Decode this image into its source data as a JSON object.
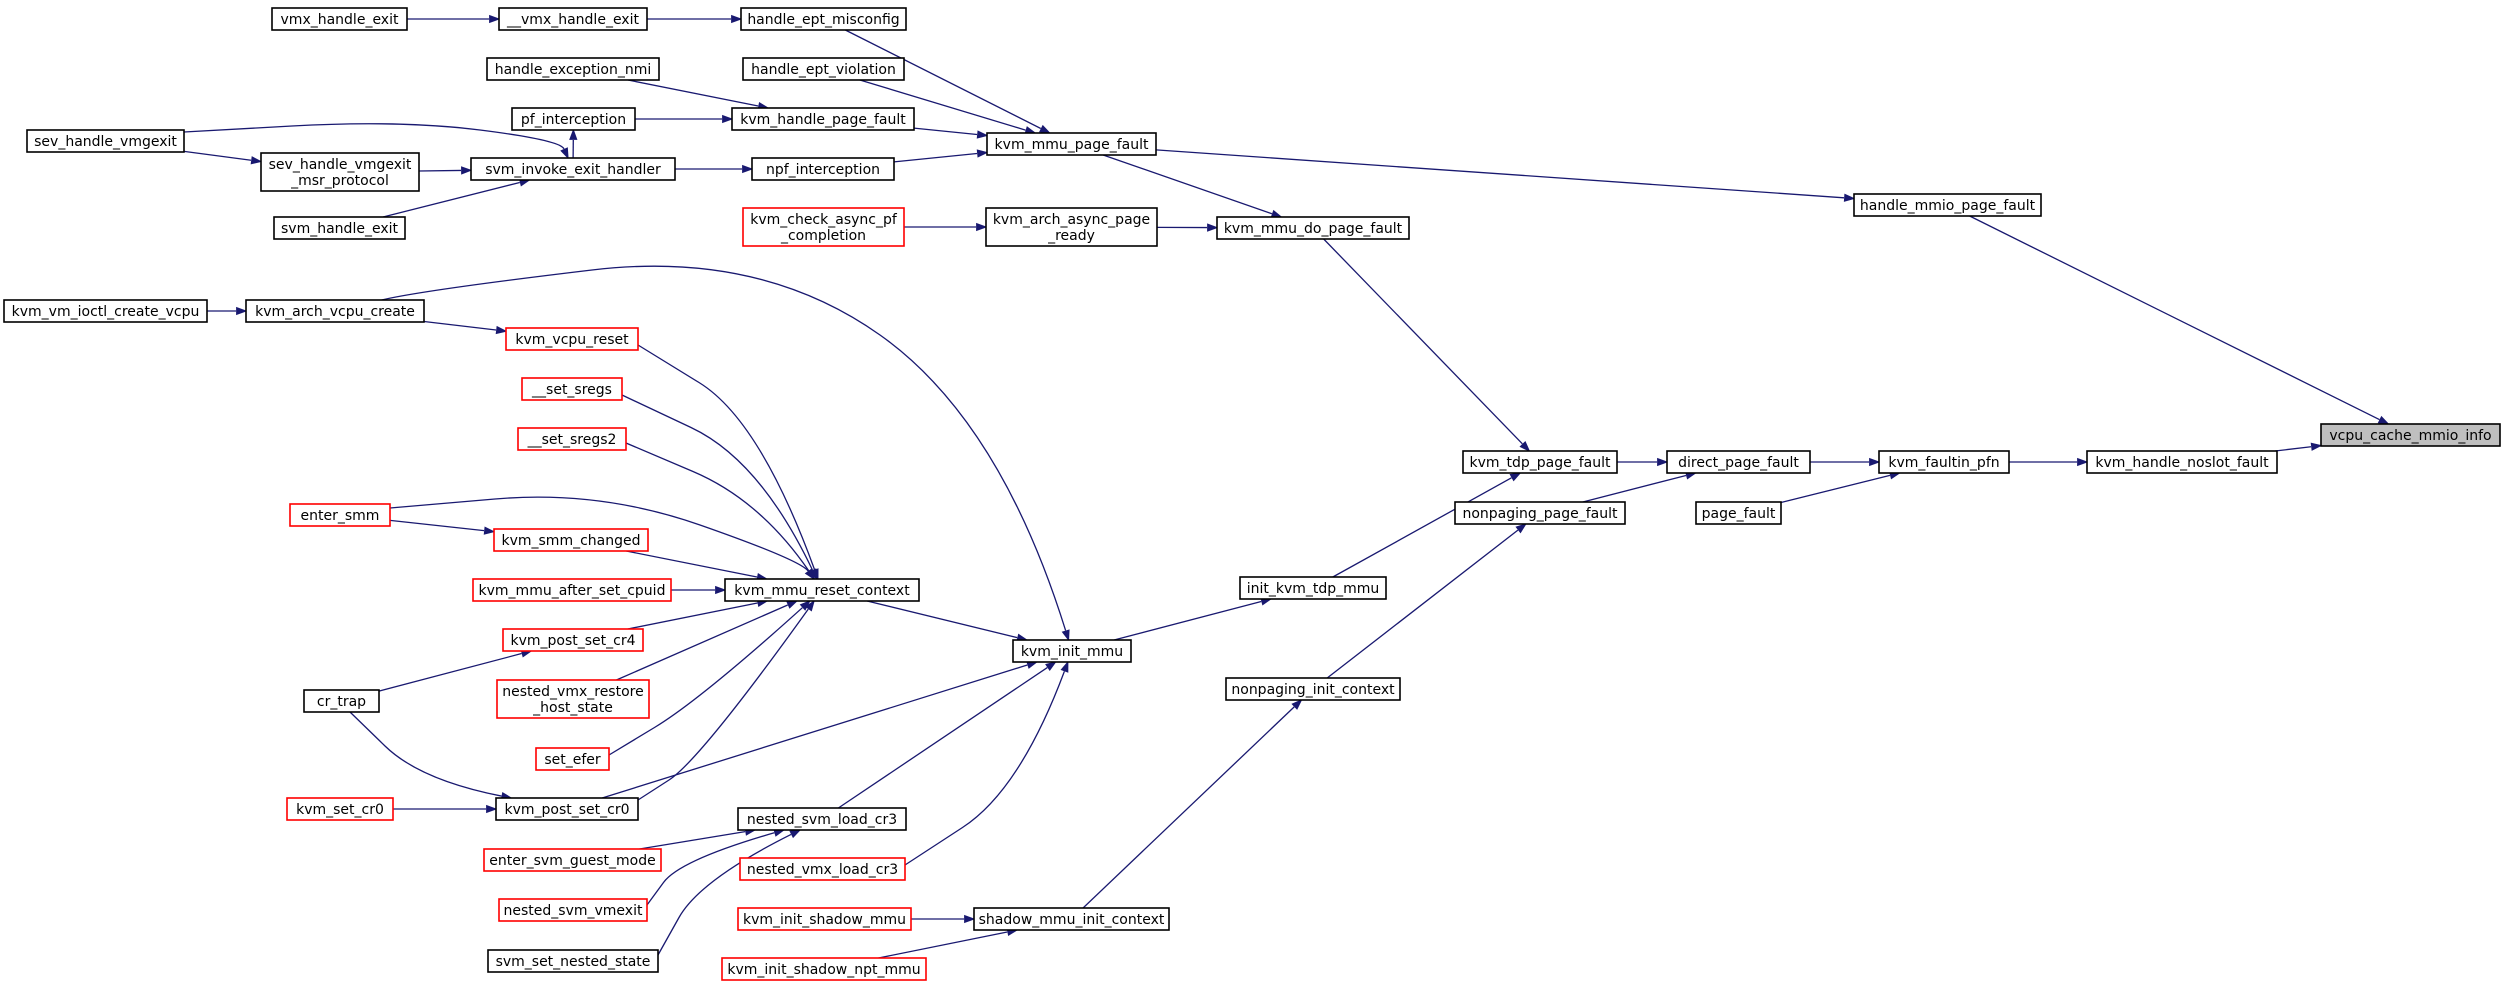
{
  "colors": {
    "edge": "#191970",
    "node_border": "#000000",
    "truncated_border": "#ff0000",
    "focus_fill": "#bfbfbf"
  },
  "nodes": [
    {
      "id": "vcpu_cache_mmio_info",
      "lines": [
        "vcpu_cache_mmio_info"
      ],
      "style": "focus"
    },
    {
      "id": "kvm_handle_noslot_fault",
      "lines": [
        "kvm_handle_noslot_fault"
      ],
      "style": "normal"
    },
    {
      "id": "kvm_faultin_pfn",
      "lines": [
        "kvm_faultin_pfn"
      ],
      "style": "normal"
    },
    {
      "id": "direct_page_fault",
      "lines": [
        "direct_page_fault"
      ],
      "style": "normal"
    },
    {
      "id": "page_fault",
      "lines": [
        "page_fault"
      ],
      "style": "normal"
    },
    {
      "id": "kvm_tdp_page_fault",
      "lines": [
        "kvm_tdp_page_fault"
      ],
      "style": "normal"
    },
    {
      "id": "nonpaging_page_fault",
      "lines": [
        "nonpaging_page_fault"
      ],
      "style": "normal"
    },
    {
      "id": "handle_mmio_page_fault",
      "lines": [
        "handle_mmio_page_fault"
      ],
      "style": "normal"
    },
    {
      "id": "kvm_mmu_do_page_fault",
      "lines": [
        "kvm_mmu_do_page_fault"
      ],
      "style": "normal"
    },
    {
      "id": "init_kvm_tdp_mmu",
      "lines": [
        "init_kvm_tdp_mmu"
      ],
      "style": "normal"
    },
    {
      "id": "nonpaging_init_context",
      "lines": [
        "nonpaging_init_context"
      ],
      "style": "normal"
    },
    {
      "id": "shadow_mmu_init_context",
      "lines": [
        "shadow_mmu_init_context"
      ],
      "style": "normal"
    },
    {
      "id": "kvm_mmu_page_fault",
      "lines": [
        "kvm_mmu_page_fault"
      ],
      "style": "normal"
    },
    {
      "id": "kvm_arch_async_page_ready",
      "lines": [
        "kvm_arch_async_page",
        "_ready"
      ],
      "style": "normal"
    },
    {
      "id": "kvm_init_mmu",
      "lines": [
        "kvm_init_mmu"
      ],
      "style": "normal"
    },
    {
      "id": "kvm_init_shadow_mmu",
      "lines": [
        "kvm_init_shadow_mmu"
      ],
      "style": "truncated"
    },
    {
      "id": "kvm_init_shadow_npt_mmu",
      "lines": [
        "kvm_init_shadow_npt_mmu"
      ],
      "style": "truncated"
    },
    {
      "id": "handle_ept_misconfig",
      "lines": [
        "handle_ept_misconfig"
      ],
      "style": "normal"
    },
    {
      "id": "handle_ept_violation",
      "lines": [
        "handle_ept_violation"
      ],
      "style": "normal"
    },
    {
      "id": "kvm_handle_page_fault",
      "lines": [
        "kvm_handle_page_fault"
      ],
      "style": "normal"
    },
    {
      "id": "npf_interception",
      "lines": [
        "npf_interception"
      ],
      "style": "normal"
    },
    {
      "id": "kvm_check_async_pf_completion",
      "lines": [
        "kvm_check_async_pf",
        "_completion"
      ],
      "style": "truncated"
    },
    {
      "id": "kvm_arch_vcpu_create",
      "lines": [
        "kvm_arch_vcpu_create"
      ],
      "style": "normal"
    },
    {
      "id": "kvm_mmu_reset_context",
      "lines": [
        "kvm_mmu_reset_context"
      ],
      "style": "normal"
    },
    {
      "id": "kvm_post_set_cr0",
      "lines": [
        "kvm_post_set_cr0"
      ],
      "style": "normal"
    },
    {
      "id": "nested_svm_load_cr3",
      "lines": [
        "nested_svm_load_cr3"
      ],
      "style": "normal"
    },
    {
      "id": "nested_vmx_load_cr3",
      "lines": [
        "nested_vmx_load_cr3"
      ],
      "style": "truncated"
    },
    {
      "id": "vmx_handle_exit_2",
      "lines": [
        "__vmx_handle_exit"
      ],
      "style": "normal"
    },
    {
      "id": "handle_exception_nmi",
      "lines": [
        "handle_exception_nmi"
      ],
      "style": "normal"
    },
    {
      "id": "pf_interception",
      "lines": [
        "pf_interception"
      ],
      "style": "normal"
    },
    {
      "id": "svm_invoke_exit_handler",
      "lines": [
        "svm_invoke_exit_handler"
      ],
      "style": "normal"
    },
    {
      "id": "kvm_vm_ioctl_create_vcpu",
      "lines": [
        "kvm_vm_ioctl_create_vcpu"
      ],
      "style": "normal"
    },
    {
      "id": "kvm_vcpu_reset",
      "lines": [
        "kvm_vcpu_reset"
      ],
      "style": "truncated"
    },
    {
      "id": "set_sregs",
      "lines": [
        "__set_sregs"
      ],
      "style": "truncated"
    },
    {
      "id": "set_sregs2",
      "lines": [
        "__set_sregs2"
      ],
      "style": "truncated"
    },
    {
      "id": "enter_smm",
      "lines": [
        "enter_smm"
      ],
      "style": "truncated"
    },
    {
      "id": "kvm_smm_changed",
      "lines": [
        "kvm_smm_changed"
      ],
      "style": "truncated"
    },
    {
      "id": "kvm_mmu_after_set_cpuid",
      "lines": [
        "kvm_mmu_after_set_cpuid"
      ],
      "style": "truncated"
    },
    {
      "id": "kvm_post_set_cr4",
      "lines": [
        "kvm_post_set_cr4"
      ],
      "style": "truncated"
    },
    {
      "id": "nested_vmx_restore_host_state",
      "lines": [
        "nested_vmx_restore",
        "_host_state"
      ],
      "style": "truncated"
    },
    {
      "id": "set_efer",
      "lines": [
        "set_efer"
      ],
      "style": "truncated"
    },
    {
      "id": "cr_trap",
      "lines": [
        "cr_trap"
      ],
      "style": "normal"
    },
    {
      "id": "kvm_set_cr0",
      "lines": [
        "kvm_set_cr0"
      ],
      "style": "truncated"
    },
    {
      "id": "enter_svm_guest_mode",
      "lines": [
        "enter_svm_guest_mode"
      ],
      "style": "truncated"
    },
    {
      "id": "nested_svm_vmexit",
      "lines": [
        "nested_svm_vmexit"
      ],
      "style": "truncated"
    },
    {
      "id": "svm_set_nested_state",
      "lines": [
        "svm_set_nested_state"
      ],
      "style": "normal"
    },
    {
      "id": "vmx_handle_exit",
      "lines": [
        "vmx_handle_exit"
      ],
      "style": "normal"
    },
    {
      "id": "sev_handle_vmgexit_msr_protocol",
      "lines": [
        "sev_handle_vmgexit",
        "_msr_protocol"
      ],
      "style": "normal"
    },
    {
      "id": "svm_handle_exit",
      "lines": [
        "svm_handle_exit"
      ],
      "style": "normal"
    },
    {
      "id": "sev_handle_vmgexit",
      "lines": [
        "sev_handle_vmgexit"
      ],
      "style": "normal"
    }
  ],
  "edges": [
    {
      "from": "kvm_handle_noslot_fault",
      "to": "vcpu_cache_mmio_info"
    },
    {
      "from": "handle_mmio_page_fault",
      "to": "vcpu_cache_mmio_info"
    },
    {
      "from": "kvm_faultin_pfn",
      "to": "kvm_handle_noslot_fault"
    },
    {
      "from": "direct_page_fault",
      "to": "kvm_faultin_pfn"
    },
    {
      "from": "page_fault",
      "to": "kvm_faultin_pfn"
    },
    {
      "from": "kvm_tdp_page_fault",
      "to": "direct_page_fault"
    },
    {
      "from": "nonpaging_page_fault",
      "to": "direct_page_fault"
    },
    {
      "from": "kvm_mmu_do_page_fault",
      "to": "kvm_tdp_page_fault"
    },
    {
      "from": "init_kvm_tdp_mmu",
      "to": "kvm_tdp_page_fault"
    },
    {
      "from": "nonpaging_init_context",
      "to": "nonpaging_page_fault"
    },
    {
      "from": "kvm_mmu_page_fault",
      "to": "handle_mmio_page_fault"
    },
    {
      "from": "kvm_mmu_page_fault",
      "to": "kvm_mmu_do_page_fault"
    },
    {
      "from": "kvm_arch_async_page_ready",
      "to": "kvm_mmu_do_page_fault"
    },
    {
      "from": "kvm_init_mmu",
      "to": "init_kvm_tdp_mmu"
    },
    {
      "from": "shadow_mmu_init_context",
      "to": "nonpaging_init_context"
    },
    {
      "from": "kvm_init_shadow_mmu",
      "to": "shadow_mmu_init_context"
    },
    {
      "from": "kvm_init_shadow_npt_mmu",
      "to": "shadow_mmu_init_context"
    },
    {
      "from": "handle_ept_misconfig",
      "to": "kvm_mmu_page_fault"
    },
    {
      "from": "handle_ept_violation",
      "to": "kvm_mmu_page_fault"
    },
    {
      "from": "kvm_handle_page_fault",
      "to": "kvm_mmu_page_fault"
    },
    {
      "from": "npf_interception",
      "to": "kvm_mmu_page_fault"
    },
    {
      "from": "kvm_check_async_pf_completion",
      "to": "kvm_arch_async_page_ready"
    },
    {
      "from": "kvm_arch_vcpu_create",
      "to": "kvm_init_mmu"
    },
    {
      "from": "kvm_mmu_reset_context",
      "to": "kvm_init_mmu"
    },
    {
      "from": "kvm_post_set_cr0",
      "to": "kvm_init_mmu"
    },
    {
      "from": "nested_svm_load_cr3",
      "to": "kvm_init_mmu"
    },
    {
      "from": "nested_vmx_load_cr3",
      "to": "kvm_init_mmu"
    },
    {
      "from": "vmx_handle_exit_2",
      "to": "handle_ept_misconfig"
    },
    {
      "from": "handle_exception_nmi",
      "to": "kvm_handle_page_fault"
    },
    {
      "from": "pf_interception",
      "to": "kvm_handle_page_fault"
    },
    {
      "from": "svm_invoke_exit_handler",
      "to": "npf_interception"
    },
    {
      "from": "svm_invoke_exit_handler",
      "to": "pf_interception"
    },
    {
      "from": "kvm_vm_ioctl_create_vcpu",
      "to": "kvm_arch_vcpu_create"
    },
    {
      "from": "kvm_arch_vcpu_create",
      "to": "kvm_vcpu_reset"
    },
    {
      "from": "kvm_vcpu_reset",
      "to": "kvm_mmu_reset_context"
    },
    {
      "from": "set_sregs",
      "to": "kvm_mmu_reset_context"
    },
    {
      "from": "set_sregs2",
      "to": "kvm_mmu_reset_context"
    },
    {
      "from": "enter_smm",
      "to": "kvm_mmu_reset_context"
    },
    {
      "from": "kvm_smm_changed",
      "to": "kvm_mmu_reset_context"
    },
    {
      "from": "kvm_mmu_after_set_cpuid",
      "to": "kvm_mmu_reset_context"
    },
    {
      "from": "kvm_post_set_cr4",
      "to": "kvm_mmu_reset_context"
    },
    {
      "from": "nested_vmx_restore_host_state",
      "to": "kvm_mmu_reset_context"
    },
    {
      "from": "set_efer",
      "to": "kvm_mmu_reset_context"
    },
    {
      "from": "kvm_post_set_cr0",
      "to": "kvm_mmu_reset_context"
    },
    {
      "from": "kvm_set_cr0",
      "to": "kvm_post_set_cr0"
    },
    {
      "from": "cr_trap",
      "to": "kvm_post_set_cr0"
    },
    {
      "from": "enter_svm_guest_mode",
      "to": "nested_svm_load_cr3"
    },
    {
      "from": "nested_svm_vmexit",
      "to": "nested_svm_load_cr3"
    },
    {
      "from": "svm_set_nested_state",
      "to": "nested_svm_load_cr3"
    },
    {
      "from": "vmx_handle_exit",
      "to": "vmx_handle_exit_2"
    },
    {
      "from": "sev_handle_vmgexit_msr_protocol",
      "to": "svm_invoke_exit_handler"
    },
    {
      "from": "svm_handle_exit",
      "to": "svm_invoke_exit_handler"
    },
    {
      "from": "sev_handle_vmgexit",
      "to": "svm_invoke_exit_handler"
    },
    {
      "from": "sev_handle_vmgexit",
      "to": "sev_handle_vmgexit_msr_protocol"
    },
    {
      "from": "enter_smm",
      "to": "kvm_smm_changed"
    },
    {
      "from": "cr_trap",
      "to": "kvm_post_set_cr4"
    }
  ]
}
